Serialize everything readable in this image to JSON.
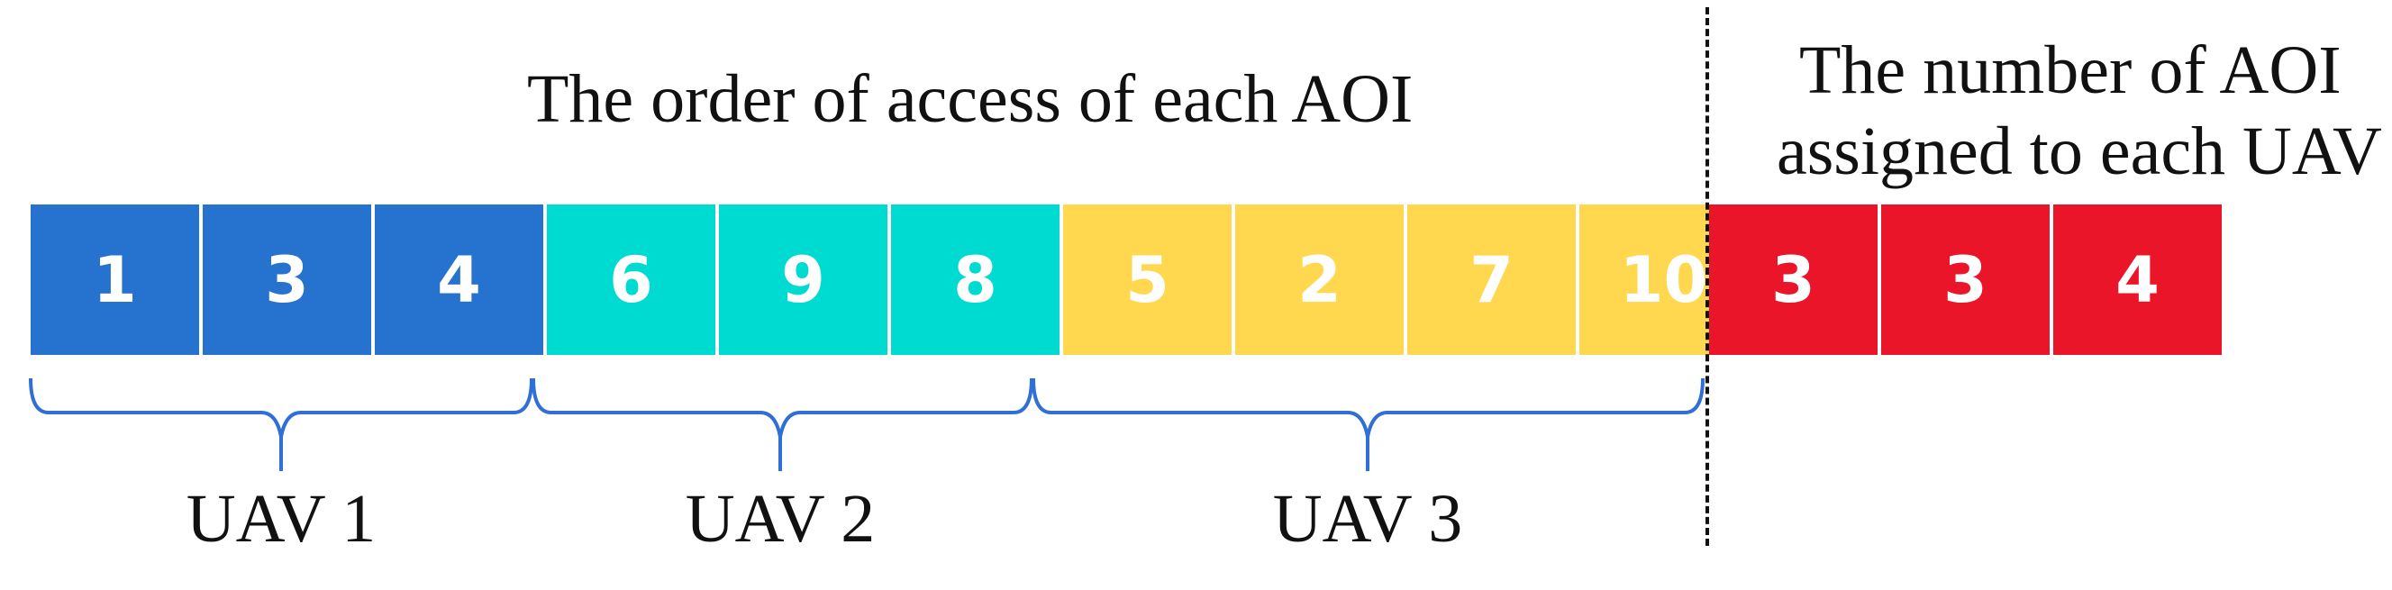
{
  "titles": {
    "access_order": "The order of access of each AOI",
    "count_line1": "The number of AOI",
    "count_line2": "assigned to each UAV"
  },
  "colors": {
    "uav1": "#2672CF",
    "uav2": "#00DBD2",
    "uav3": "#FFD84F",
    "count": "#EA1529",
    "brace": "#2F6FD6",
    "divider": "#111111"
  },
  "access_sequence": [
    {
      "value": "1",
      "group": "uav1"
    },
    {
      "value": "3",
      "group": "uav1"
    },
    {
      "value": "4",
      "group": "uav1"
    },
    {
      "value": "6",
      "group": "uav2"
    },
    {
      "value": "9",
      "group": "uav2"
    },
    {
      "value": "8",
      "group": "uav2"
    },
    {
      "value": "5",
      "group": "uav3"
    },
    {
      "value": "2",
      "group": "uav3"
    },
    {
      "value": "7",
      "group": "uav3"
    },
    {
      "value": "10",
      "group": "uav3"
    }
  ],
  "assignment_counts": [
    "3",
    "3",
    "4"
  ],
  "uav_labels": [
    "UAV 1",
    "UAV 2",
    "UAV 3"
  ]
}
